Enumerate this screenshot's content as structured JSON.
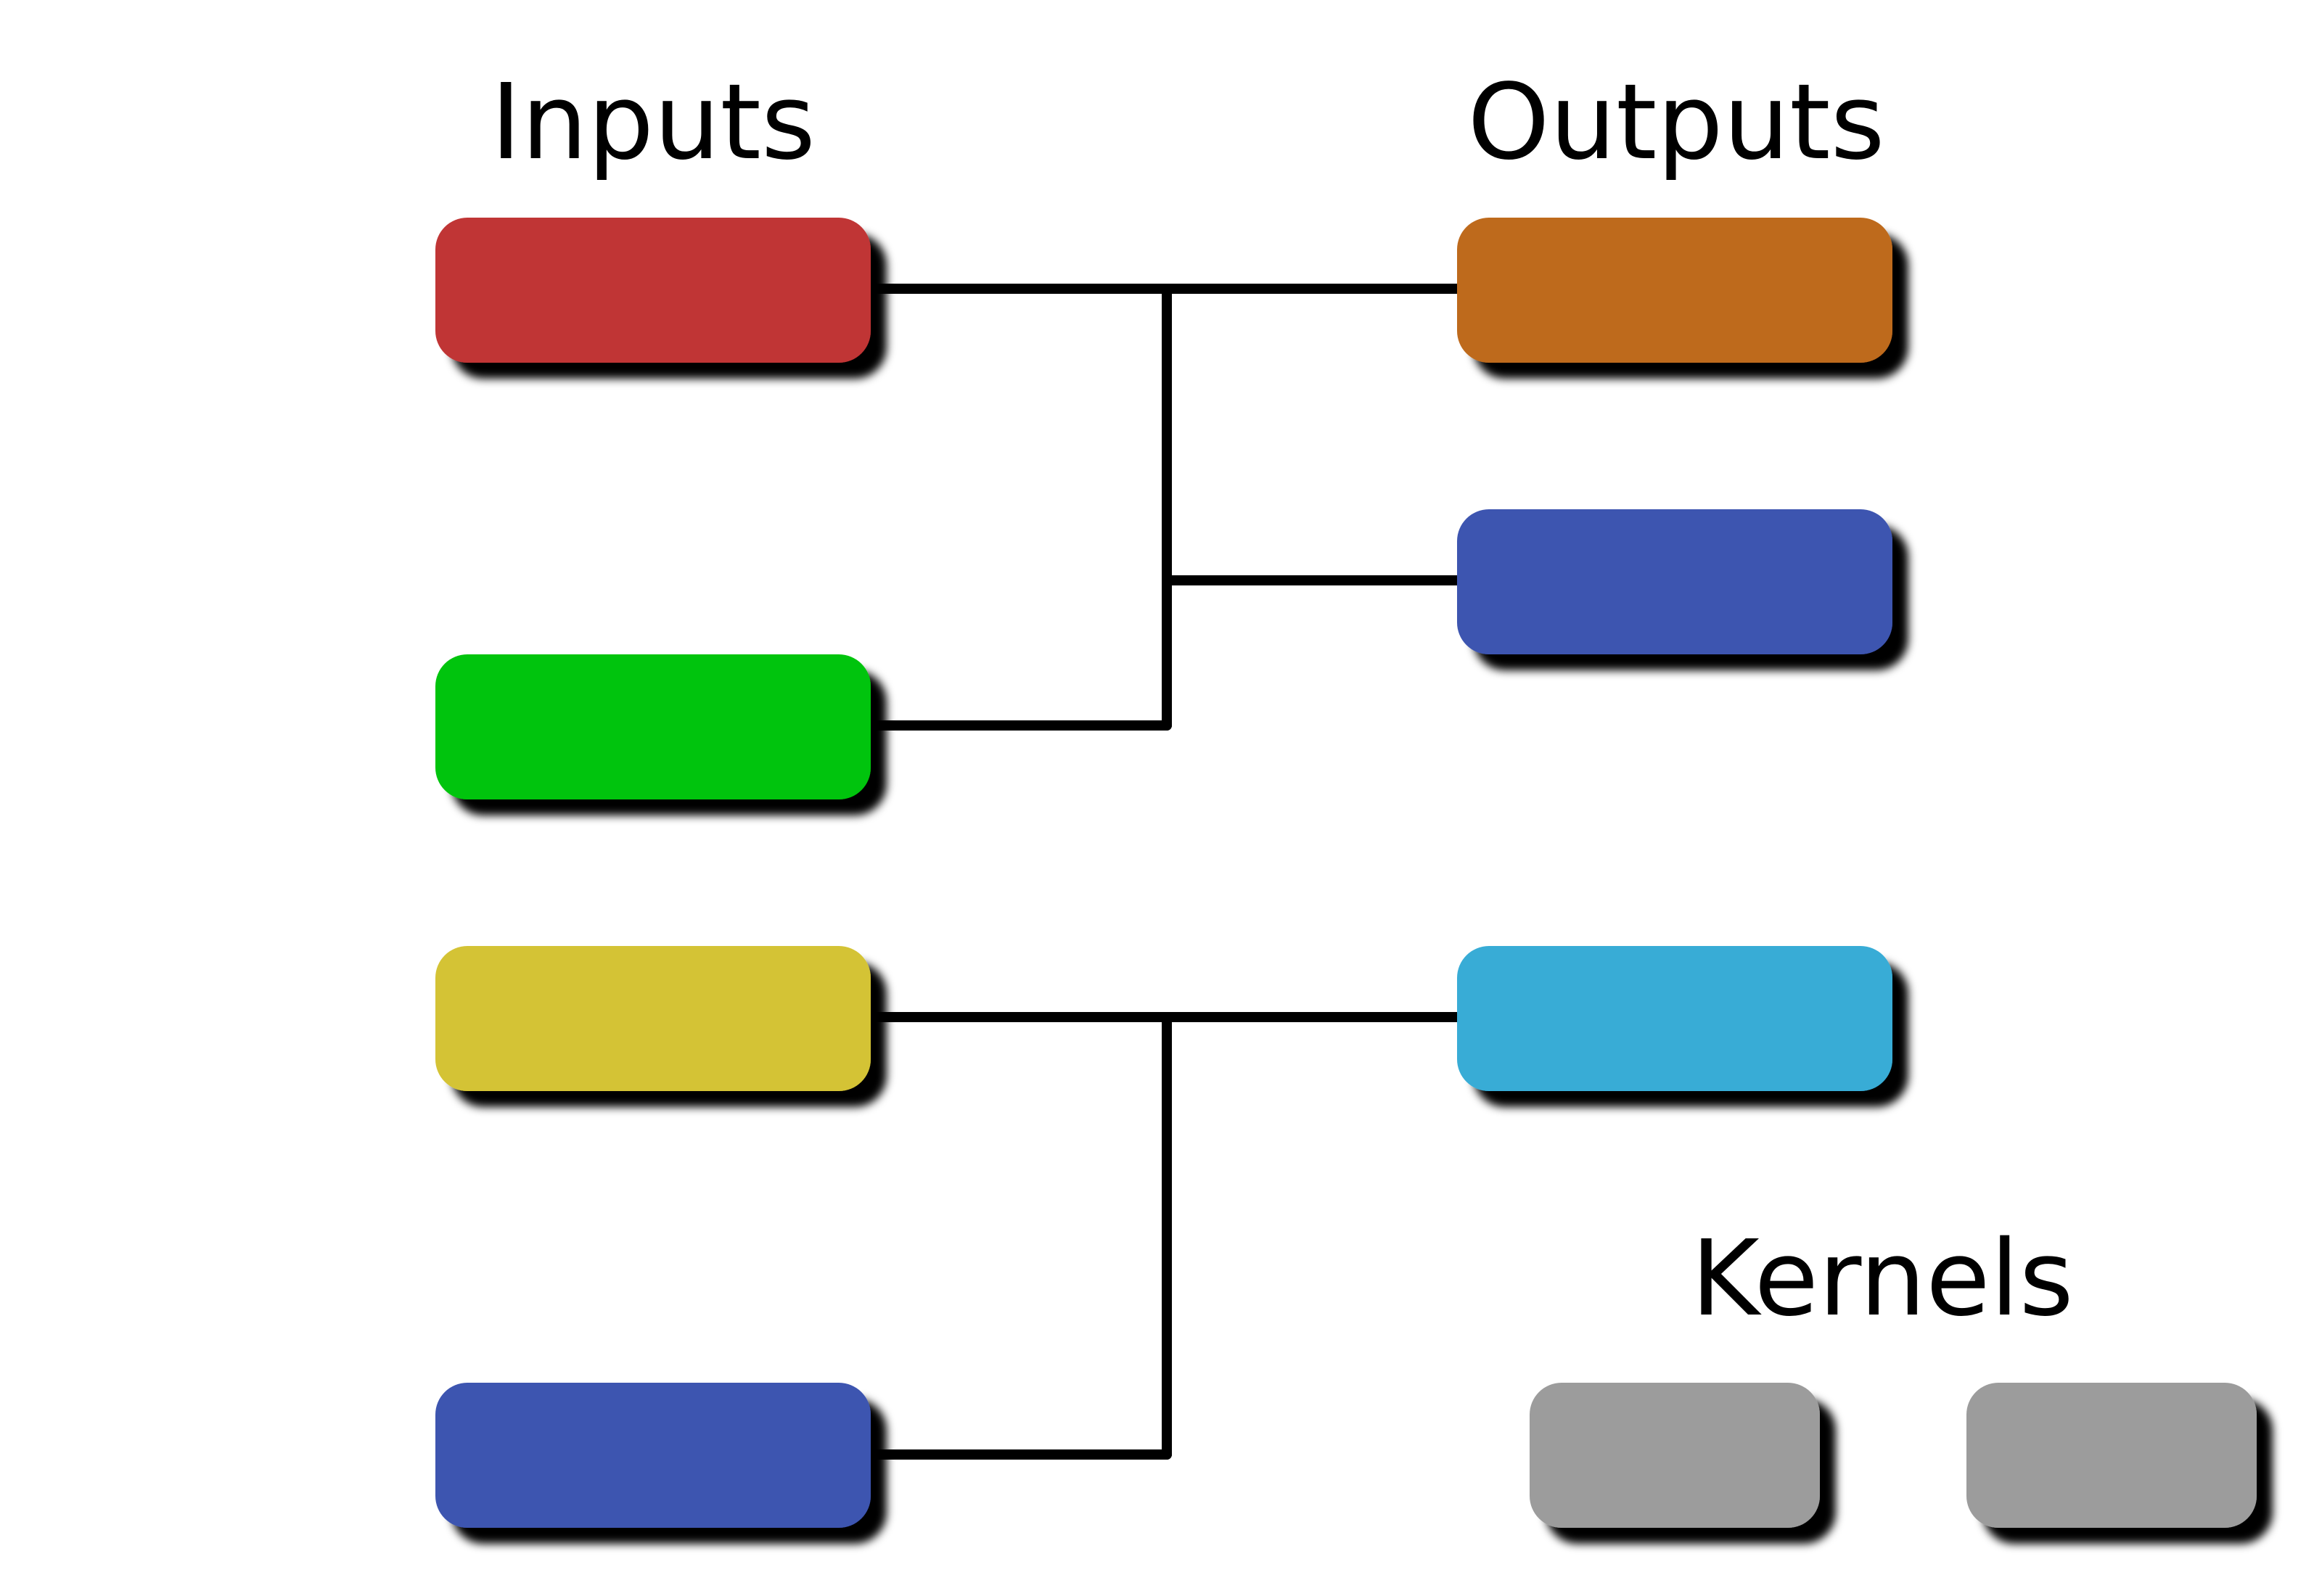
{
  "headings": {
    "inputs": "Inputs",
    "outputs": "Outputs",
    "kernels": "Kernels"
  },
  "colors": {
    "input_red": "#c03535",
    "input_green": "#02c40a",
    "input_yellow": "#d4c336",
    "input_blue": "#3e55b0",
    "output_orange": "#be6a1e",
    "output_blue": "#3e55b0",
    "output_cyan": "#37acd6",
    "kernel_gray": "#9c9c9c",
    "wire": "#000000",
    "shadow": "#000000"
  }
}
